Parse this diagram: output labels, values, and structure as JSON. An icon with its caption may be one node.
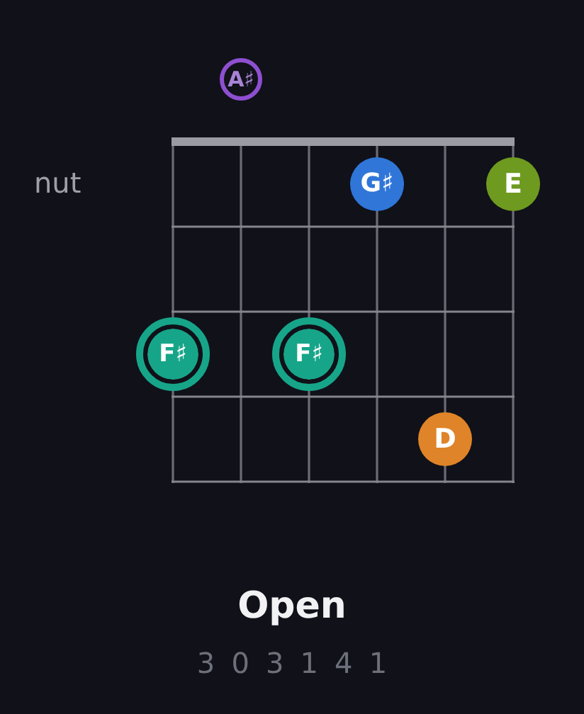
{
  "diagram": {
    "title": "Open",
    "nodes": [
      {
        "text": [
          "A♯"
        ]
      },
      {
        "text": [
          "G♯"
        ]
      },
      {
        "text": [
          "E"
        ]
      },
      {
        "text": [
          "F♯"
        ]
      },
      {
        "text": [
          "F♯"
        ]
      },
      {
        "text": [
          "D"
        ]
      }
    ],
    "labels": [
      "nut",
      "3 0 3 1 4 1"
    ]
  }
}
